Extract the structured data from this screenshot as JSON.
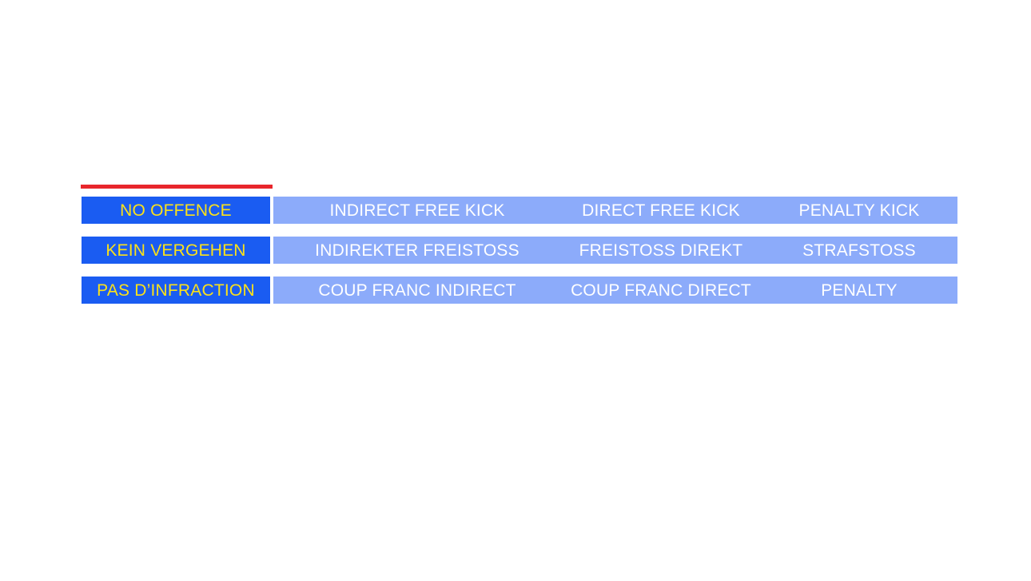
{
  "slide": {
    "accent_color": "#e8262c",
    "background_color": "#ffffff",
    "label_cell_color": "#1a5cf2",
    "label_text_color": "#fbe119",
    "options_bar_color": "#8cabfa",
    "options_text_color": "#ffffff"
  },
  "table": {
    "rows": [
      {
        "language": "english",
        "label": "NO OFFENCE",
        "options": [
          "INDIRECT FREE KICK",
          "DIRECT FREE KICK",
          "PENALTY KICK"
        ]
      },
      {
        "language": "german",
        "label": "KEIN VERGEHEN",
        "options": [
          "INDIREKTER FREISTOSS",
          "FREISTOSS DIREKT",
          "STRAFSTOSS"
        ]
      },
      {
        "language": "french",
        "label": "PAS D’INFRACTION",
        "options": [
          "COUP FRANC INDIRECT",
          "COUP FRANC DIRECT",
          "PENALTY"
        ]
      }
    ]
  }
}
